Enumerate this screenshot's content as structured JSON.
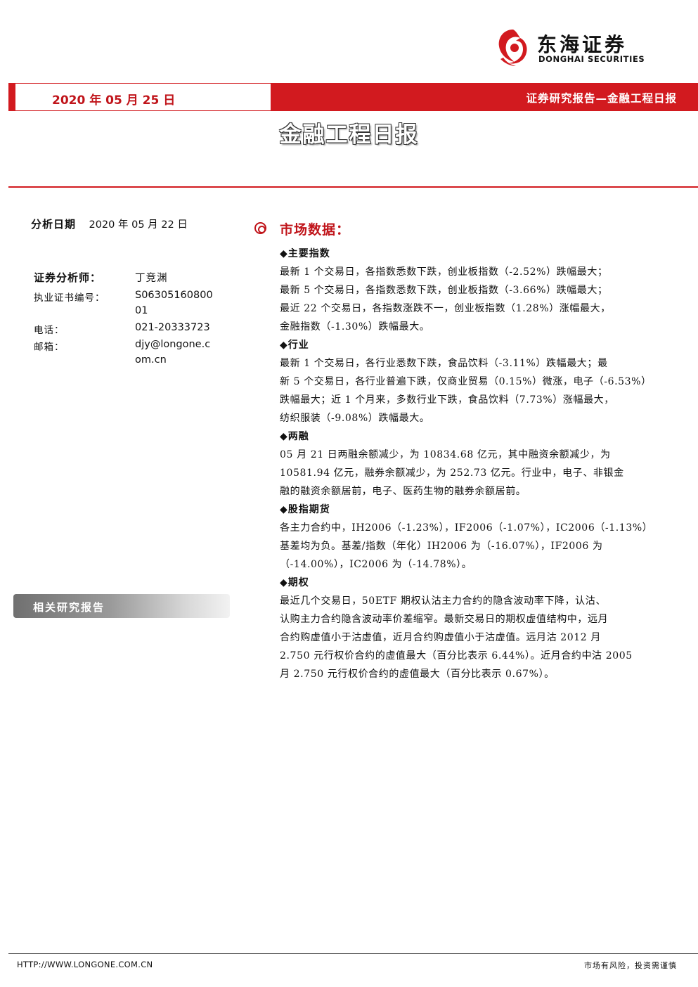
{
  "header": {
    "logo_cn": "东海证券",
    "logo_en": "DONGHAI SECURITIES",
    "date": "2020 年 05 月 25 日",
    "report_type": "证券研究报告—金融工程日报",
    "title": "金融工程日报"
  },
  "analyst": {
    "analysis_date_label": "分析日期",
    "analysis_date": "2020 年 05 月 22 日",
    "analyst_label": "证券分析师：",
    "analyst_name": "丁竞渊",
    "cert_label": "执业证书编号：",
    "cert_line1": "S06305160800",
    "cert_line2": "01",
    "phone_label": "电话：",
    "phone": "021-20333723",
    "email_label": "邮箱：",
    "email_line1": "djy@longone.c",
    "email_line2": "om.cn"
  },
  "related_reports_label": "相关研究报告",
  "market": {
    "title": "市场数据：",
    "sections": [
      {
        "heading": "主要指数",
        "lines": [
          "最新 1 个交易日，各指数悉数下跌，创业板指数（-2.52%）跌幅最大；",
          "最新 5 个交易日，各指数悉数下跌，创业板指数（-3.66%）跌幅最大；",
          "最近 22 个交易日，各指数涨跌不一，创业板指数（1.28%）涨幅最大，",
          "金融指数（-1.30%）跌幅最大。"
        ]
      },
      {
        "heading": "行业",
        "lines": [
          "最新 1 个交易日，各行业悉数下跌，食品饮料（-3.11%）跌幅最大；最",
          "新 5 个交易日，各行业普遍下跌，仅商业贸易（0.15%）微涨，电子（-6.53%）",
          "跌幅最大；近 1 个月来，多数行业下跌，食品饮料（7.73%）涨幅最大，",
          "纺织服装（-9.08%）跌幅最大。"
        ]
      },
      {
        "heading": "两融",
        "lines": [
          "05 月 21 日两融余额减少，为 10834.68 亿元，其中融资余额减少，为",
          "10581.94 亿元，融券余额减少，为 252.73 亿元。行业中，电子、非银金",
          "融的融资余额居前，电子、医药生物的融券余额居前。"
        ]
      },
      {
        "heading": "股指期货",
        "lines": [
          "各主力合约中，IH2006（-1.23%），IF2006（-1.07%），IC2006（-1.13%）",
          "基差均为负。基差/指数（年化）IH2006 为（-16.07%），IF2006 为",
          "（-14.00%），IC2006 为（-14.78%）。"
        ]
      },
      {
        "heading": "期权",
        "lines": [
          "最近几个交易日，50ETF 期权认沽主力合约的隐含波动率下降，认沽、",
          "认购主力合约隐含波动率价差缩窄。最新交易日的期权虚值结构中，远月",
          "合约购虚值小于沽虚值，近月合约购虚值小于沽虚值。远月沽 2012 月",
          "2.750 元行权价合约的虚值最大（百分比表示 6.44%）。近月合约中沽 2005",
          "月 2.750 元行权价合约的虚值最大（百分比表示 0.67%）。"
        ]
      }
    ]
  },
  "footer": {
    "url": "HTTP://WWW.LONGONE.COM.CN",
    "disclaimer": "市场有风险，投资需谨慎"
  },
  "colors": {
    "brand_red": "#d21a1f"
  }
}
